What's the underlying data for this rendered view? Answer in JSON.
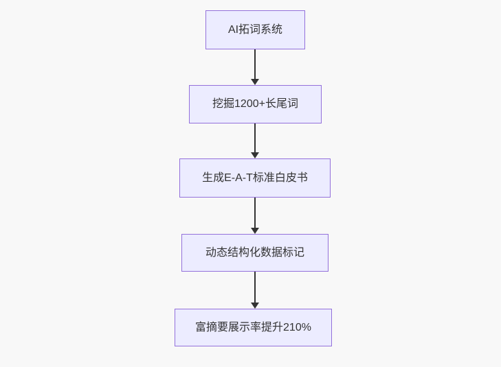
{
  "page": {
    "background_color": "#f8f8f8"
  },
  "flowchart": {
    "type": "flowchart",
    "direction": "top-down",
    "node_fill_color": "#ECECFF",
    "node_border_color": "#9370DB",
    "text_color": "#333333",
    "arrow_color": "#333333",
    "nodes": [
      {
        "id": "A",
        "label": "AI拓词系统"
      },
      {
        "id": "B",
        "label": "挖掘1200+长尾词"
      },
      {
        "id": "C",
        "label": "生成E-A-T标准白皮书"
      },
      {
        "id": "D",
        "label": "动态结构化数据标记"
      },
      {
        "id": "E",
        "label": "富摘要展示率提升210%"
      }
    ],
    "edges": [
      {
        "from": "A",
        "to": "B",
        "style": "arrow"
      },
      {
        "from": "B",
        "to": "C",
        "style": "arrow"
      },
      {
        "from": "C",
        "to": "D",
        "style": "arrow"
      },
      {
        "from": "D",
        "to": "E",
        "style": "arrow"
      }
    ]
  }
}
